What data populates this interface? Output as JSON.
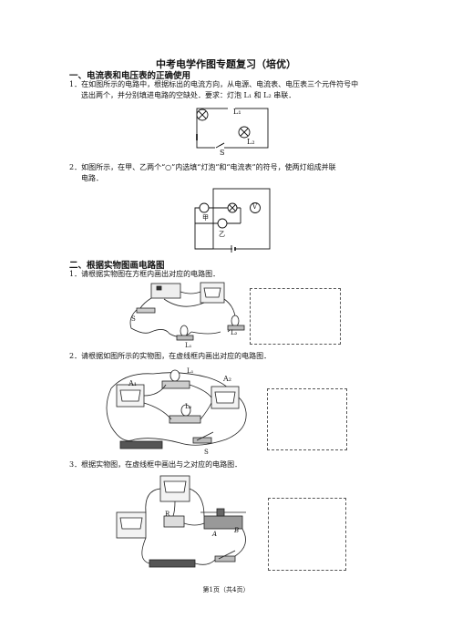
{
  "doc": {
    "title": "中考电学作图专题复习（培优）",
    "section1": "一、电流表和电压表的正确使用",
    "q1_line1": "1．在如图所示的电路中，根据标出的电流方向，从电源、电流表、电压表三个元件符号中",
    "q1_line2": "选出两个，并分别填进电路的空缺处．要求：灯泡 L₁ 和 L₂ 串联．",
    "fig1": {
      "l1": "L₁",
      "l2": "L₂",
      "s": "S"
    },
    "q2_line1": "2．如图所示，在甲、乙两个“○”内选填“灯泡”和“电流表”的符号，使两灯组成并联",
    "q2_line2": "电路．",
    "fig2": {
      "jia": "甲",
      "yi": "乙",
      "v": "V"
    },
    "section2": "二、根据实物图画电路图",
    "q3": "1．请根据实物图在方框内画出对应的电路图．",
    "fig3": {
      "s": "S",
      "l1": "L₁",
      "l2": "L₂"
    },
    "q4": "2．请根据如图所示的实物图，在虚线框内画出对应的电路图．",
    "fig4": {
      "a1": "A₁",
      "a2": "A₂",
      "l1": "L₁",
      "l2": "L₂",
      "s": "S"
    },
    "q5": "3．根据实物图，在虚线框中画出与之对应的电路图．",
    "fig5": {
      "r": "R",
      "a": "A",
      "b": "B"
    },
    "footer": "第1页（共4页）"
  }
}
